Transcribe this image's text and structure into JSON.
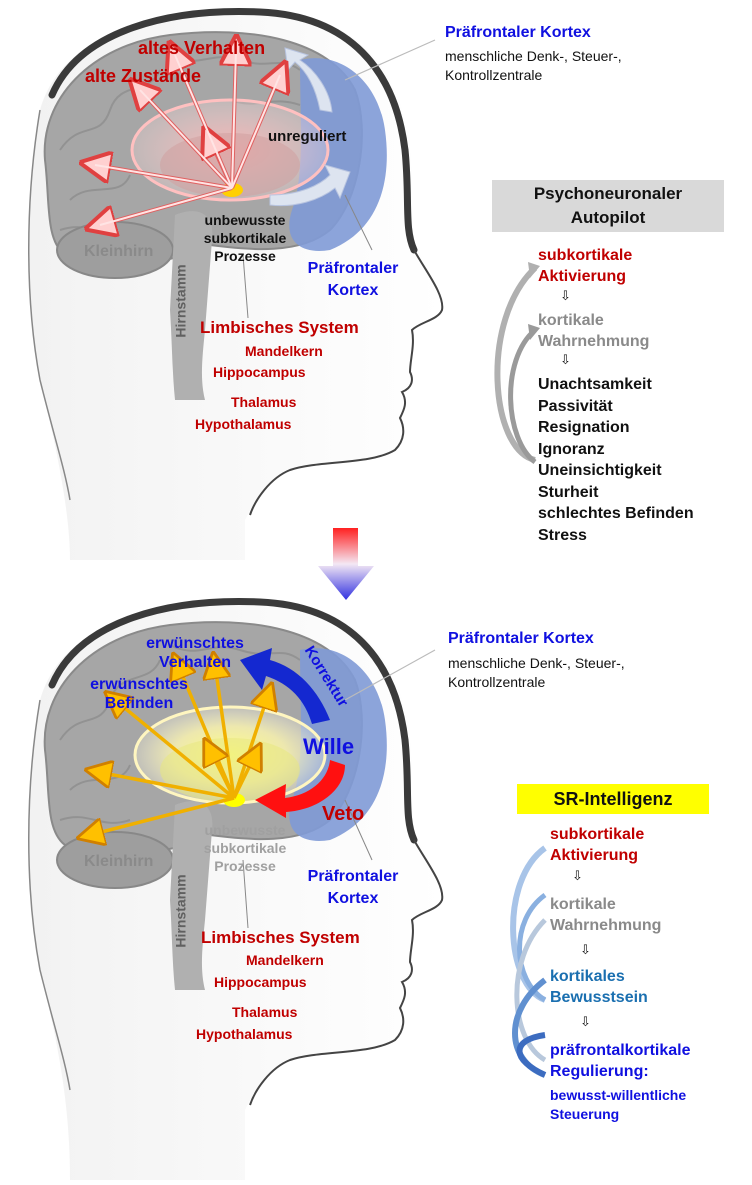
{
  "top": {
    "labels": {
      "old_behavior": "altes Verhalten",
      "old_states": "alte Zustände",
      "unregulated": "unreguliert",
      "unconscious": [
        "unbewusste",
        "subkortikale",
        "Prozesse"
      ],
      "cerebellum": "Kleinhirn",
      "brainstem": "Hirnstamm",
      "pfc_in_head": [
        "Präfrontaler",
        "Kortex"
      ],
      "limbic_title": "Limbisches System",
      "limbic_items": [
        "Mandelkern",
        "Hippocampus",
        "Thalamus",
        "Hypothalamus"
      ]
    },
    "callout": {
      "title": "Präfrontaler Kortex",
      "desc": [
        "menschliche Denk-, Steuer-,",
        "Kontrollzentrale"
      ]
    },
    "panel": {
      "title": [
        "Psychoneuronaler",
        "Autopilot"
      ],
      "step1": [
        "subkortikale",
        "Aktivierung"
      ],
      "step2": [
        "kortikale",
        "Wahrnehmung"
      ],
      "states": [
        "Unachtsamkeit",
        "Passivität",
        "Resignation",
        "Ignoranz",
        "Uneinsichtigkeit",
        "Sturheit",
        "schlechtes Befinden",
        "Stress"
      ],
      "down_glyph": "⇩"
    }
  },
  "bottom": {
    "labels": {
      "desired_behavior": [
        "erwünschtes",
        "Verhalten"
      ],
      "desired_wellbeing": [
        "erwünschtes",
        "Befinden"
      ],
      "correction": "Korrektur",
      "will": "Wille",
      "veto": "Veto",
      "unconscious": [
        "unbewusste",
        "subkortikale",
        "Prozesse"
      ],
      "cerebellum": "Kleinhirn",
      "brainstem": "Hirnstamm",
      "pfc_in_head": [
        "Präfrontaler",
        "Kortex"
      ],
      "limbic_title": "Limbisches System",
      "limbic_items": [
        "Mandelkern",
        "Hippocampus",
        "Thalamus",
        "Hypothalamus"
      ]
    },
    "callout": {
      "title": "Präfrontaler Kortex",
      "desc": [
        "menschliche Denk-, Steuer-,",
        "Kontrollzentrale"
      ]
    },
    "panel": {
      "title": "SR-Intelligenz",
      "step1": [
        "subkortikale",
        "Aktivierung"
      ],
      "step2": [
        "kortikale",
        "Wahrnehmung"
      ],
      "step3": [
        "kortikales",
        "Bewusstsein"
      ],
      "step4": [
        "präfrontalkortikale",
        "Regulierung:"
      ],
      "step4_sub": [
        "bewusst-willentliche",
        "Steuerung"
      ],
      "down_glyph": "⇩"
    }
  },
  "colors": {
    "red": "#c00000",
    "blue": "#1010e0",
    "gray": "#8a8a8a",
    "teal": "#1a6fb0",
    "pfc_blue": "#7f9ad6",
    "panel_gray": "#d9d9d9",
    "panel_yellow": "#ffff00"
  }
}
